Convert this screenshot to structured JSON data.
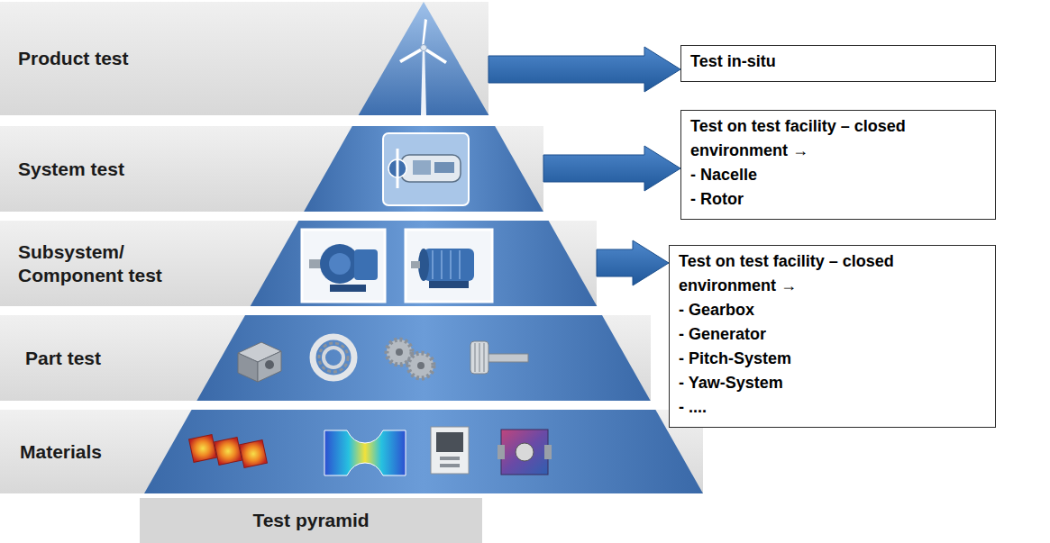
{
  "diagram": {
    "nodes": [
      {
        "text": [
          "Product test"
        ]
      },
      {
        "text": [
          "Test in-situ"
        ]
      },
      {
        "text": [
          "System test"
        ]
      },
      {
        "text": [
          "Test on test facility – closed environment →",
          "- Nacelle",
          "- Rotor"
        ]
      },
      {
        "text": [
          "Subsystem/ Component test"
        ]
      },
      {
        "text": [
          "Test on test facility – closed environment →",
          "- Gearbox",
          "- Generator",
          "- Pitch-System",
          "- Yaw-System",
          "- ...."
        ]
      },
      {
        "text": [
          "Part test"
        ]
      },
      {
        "text": [
          "Materials"
        ]
      },
      {
        "text": [
          "Test pyramid"
        ]
      }
    ],
    "edges": [
      {
        "from": 0,
        "to": 1,
        "arrow": "to"
      },
      {
        "from": 2,
        "to": 3,
        "arrow": "to"
      },
      {
        "from": 4,
        "to": 5,
        "arrow": "to"
      }
    ]
  }
}
